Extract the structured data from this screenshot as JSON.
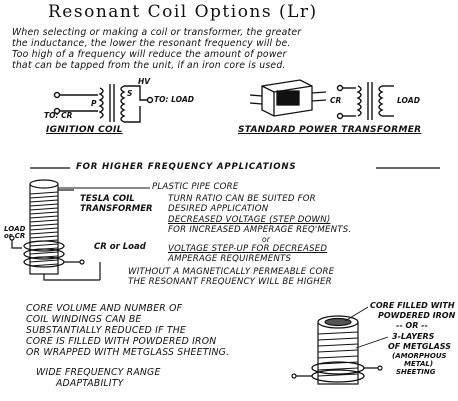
{
  "title": "Resonant Coil Options (Lr)",
  "intro": [
    "When selecting or making a coil or transformer, the greater",
    "the inductance, the lower the resonant frequency will be.",
    "Too high of a frequency will reduce the amount of power",
    "that can be tapped from the unit, if an iron core is used."
  ],
  "ignition": {
    "caption": "IGNITION COIL",
    "to_cr": "TO: CR",
    "to_load": "TO: LOAD",
    "p": "P",
    "s": "S",
    "hv": "HV"
  },
  "power": {
    "caption": "STANDARD POWER TRANSFORMER",
    "cr": "CR",
    "load": "LOAD"
  },
  "section_heading": "FOR HIGHER FREQUENCY APPLICATIONS",
  "tesla": {
    "label_line1": "TESLA COIL",
    "label_line2": "TRANSFORMER",
    "core": "PLASTIC PIPE CORE",
    "load_or_cr": "LOAD or CR",
    "cr_or_load": "CR or Load",
    "notes": [
      "TURN RATIO CAN BE SUITED FOR",
      "DESIRED APPLICATION",
      "DECREASED VOLTAGE (STEP DOWN)",
      "FOR INCREASED AMPERAGE REQ'MENTS.",
      "or",
      "VOLTAGE STEP-UP FOR DECREASED",
      "AMPERAGE REQUIREMENTS"
    ],
    "without": [
      "WITHOUT A MAGNETICALLY PERMEABLE CORE",
      "THE RESONANT FREQUENCY WILL BE HIGHER"
    ]
  },
  "core_section": {
    "text": [
      "CORE VOLUME AND NUMBER OF",
      "COIL WINDINGS CAN BE",
      "SUBSTANTIALLY REDUCED IF THE",
      "CORE IS FILLED WITH POWDERED IRON",
      "OR WRAPPED WITH METGLASS SHEETING."
    ],
    "wide": [
      "WIDE FREQUENCY RANGE",
      "ADAPTABILITY"
    ],
    "callout_a": [
      "CORE FILLED WITH",
      "POWDERED IRON"
    ],
    "callout_or": "-- OR --",
    "callout_b": [
      "3-LAYERS",
      "OF METGLASS"
    ],
    "callout_c": [
      "(AMORPHOUS",
      "METAL)",
      "SHEETING"
    ]
  }
}
